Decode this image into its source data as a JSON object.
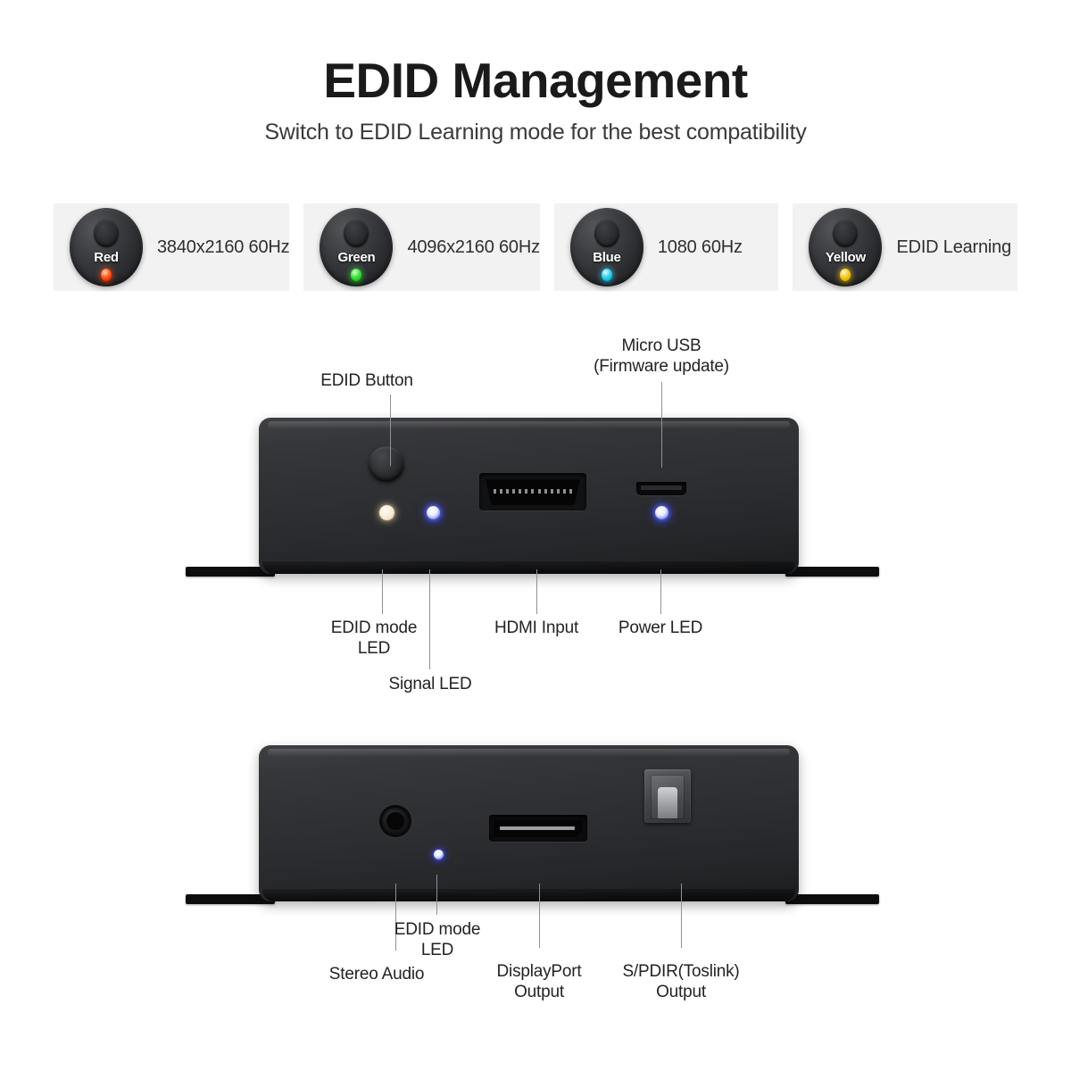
{
  "header": {
    "title": "EDID Management",
    "subtitle": "Switch to EDID Learning mode for the best compatibility"
  },
  "legend": {
    "items": [
      {
        "color_name": "Red",
        "led_color": "#ff3b14",
        "description": "3840x2160 60Hz"
      },
      {
        "color_name": "Green",
        "led_color": "#2fd62f",
        "description": "4096x2160 60Hz"
      },
      {
        "color_name": "Blue",
        "led_color": "#28c8e8",
        "description": "1080 60Hz"
      },
      {
        "color_name": "Yellow",
        "led_color": "#f5c518",
        "description": "EDID Learning"
      }
    ]
  },
  "front_panel": {
    "callouts": {
      "edid_button": "EDID Button",
      "micro_usb": "Micro USB\n(Firmware update)",
      "edid_mode_led": "EDID mode\nLED",
      "signal_led": "Signal LED",
      "hdmi_input": "HDMI Input",
      "power_led": "Power LED"
    }
  },
  "back_panel": {
    "callouts": {
      "stereo_audio": "Stereo Audio",
      "edid_mode_led": "EDID mode\nLED",
      "displayport_output": "DisplayPort\nOutput",
      "spdif_output": "S/PDIR(Toslink)\nOutput"
    }
  },
  "colors": {
    "panel_background": "#f2f2f2",
    "chassis": "#2e2f32",
    "led_blue": "#5a66ff",
    "led_cream": "#f3ead2",
    "leader_line": "#8e9094"
  }
}
